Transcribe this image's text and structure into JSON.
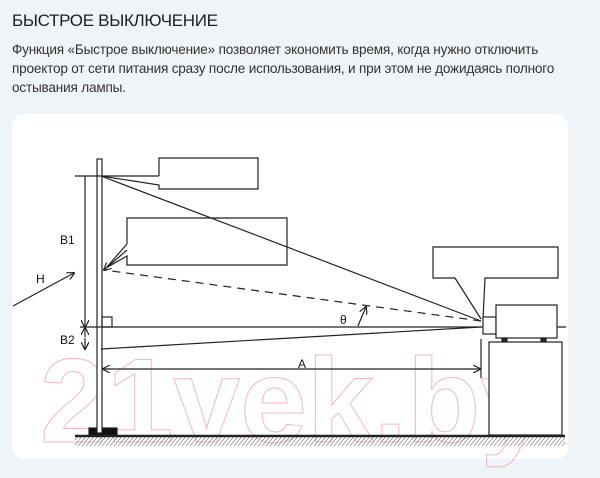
{
  "title": "БЫСТРОЕ ВЫКЛЮЧЕНИЕ",
  "description": "Функция «Быстрое выключение» позволяет экономить время, когда нужно отключить проектор от сети питания сразу после использования, и при этом не дожидаясь полного остывания лампы.",
  "diagram": {
    "labels": {
      "b1": "B1",
      "b2": "B2",
      "h": "H",
      "a": "A",
      "theta": "θ"
    },
    "watermark": "21vek.by"
  }
}
